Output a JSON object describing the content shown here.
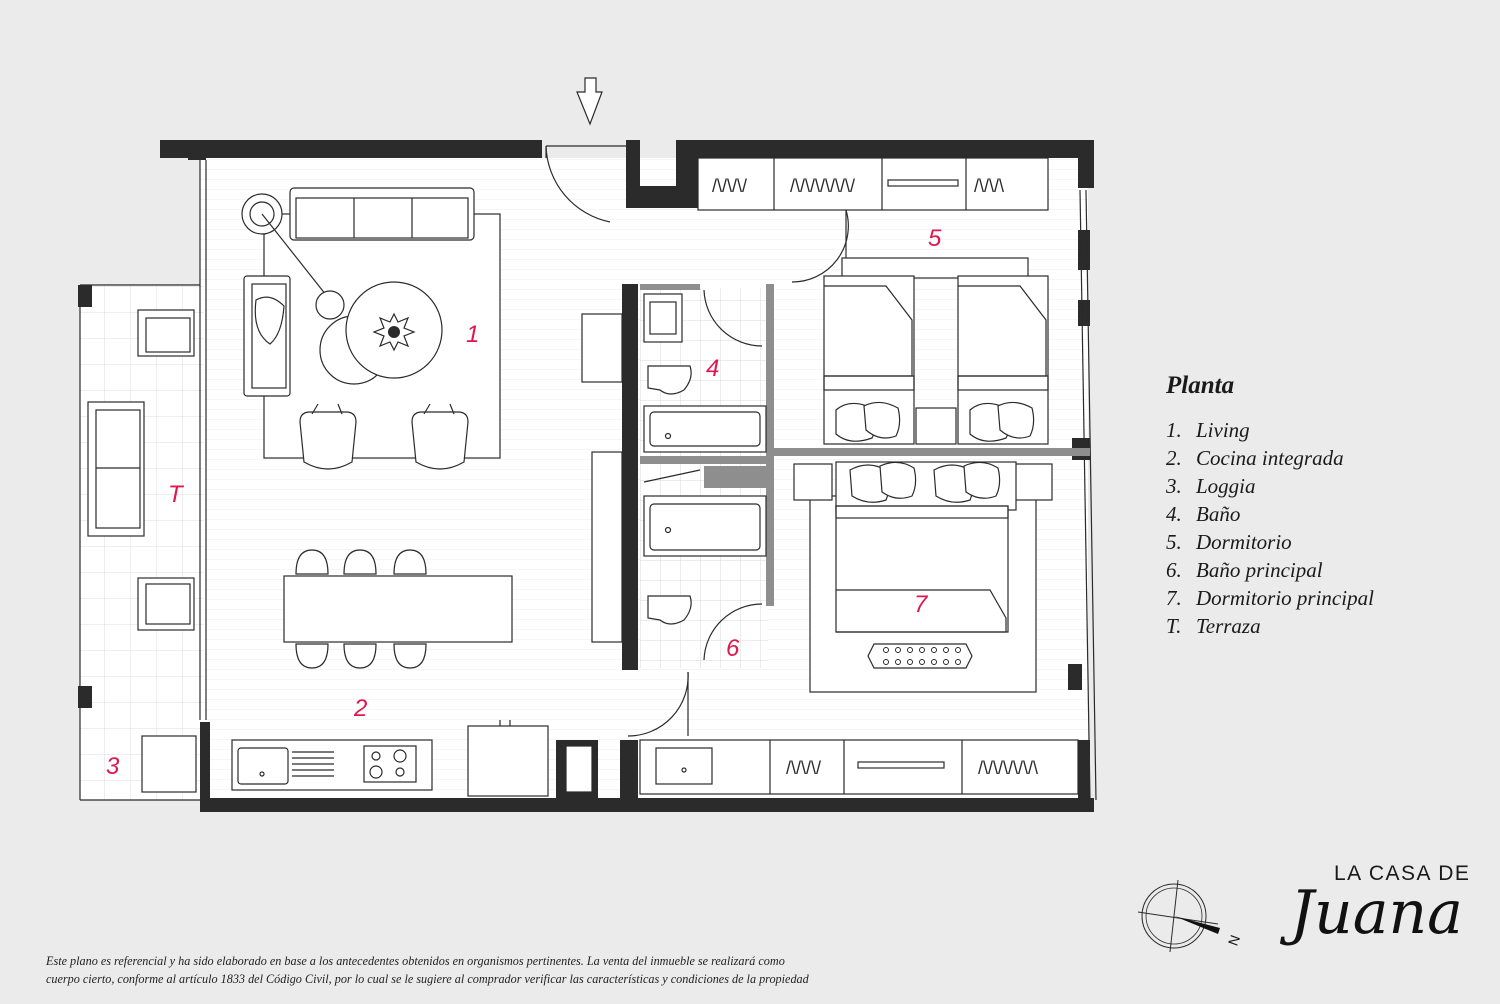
{
  "rooms": {
    "r1": "1",
    "r2": "2",
    "r3": "3",
    "r4": "4",
    "r5": "5",
    "r6": "6",
    "r7": "7",
    "rT": "T"
  },
  "legend": {
    "title": "Planta",
    "items": [
      {
        "key": "1.",
        "label": "Living"
      },
      {
        "key": "2.",
        "label": "Cocina integrada"
      },
      {
        "key": "3.",
        "label": "Loggia"
      },
      {
        "key": "4.",
        "label": "Baño"
      },
      {
        "key": "5.",
        "label": "Dormitorio"
      },
      {
        "key": "6.",
        "label": "Baño principal"
      },
      {
        "key": "7.",
        "label": "Dormitorio principal"
      },
      {
        "key": "T.",
        "label": "Terraza"
      }
    ]
  },
  "disclaimer": {
    "line1": "Este plano es referencial y ha sido elaborado en base a los antecedentes obtenidos en organismos pertinentes.  La venta del inmueble se realizará como",
    "line2": "cuerpo cierto, conforme al artículo 1833 del Código Civil, por lo cual se le sugiere al comprador verificar las características y condiciones de la propiedad"
  },
  "brand": {
    "top": "LA CASA DE",
    "script": "Juana"
  },
  "compass": {
    "north_label": "N"
  },
  "colors": {
    "accent": "#e0174f",
    "wall": "#2b2b2b",
    "background": "#ebebeb"
  },
  "icons": [
    "entrance-arrow-icon",
    "compass-icon",
    "brand-logo"
  ]
}
